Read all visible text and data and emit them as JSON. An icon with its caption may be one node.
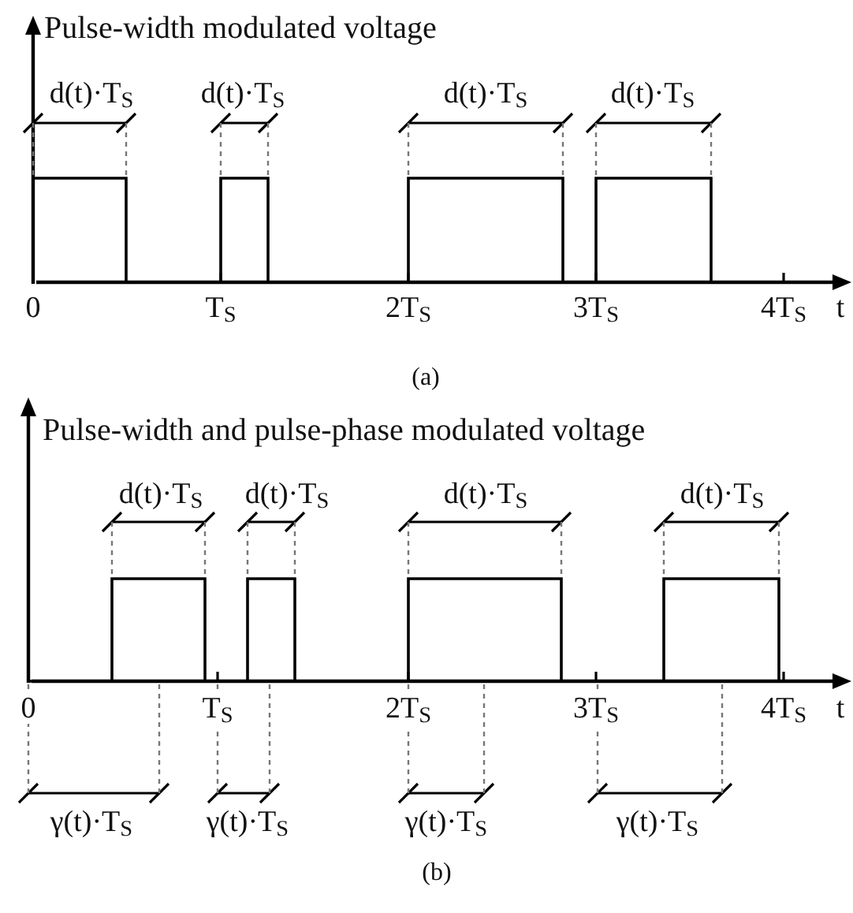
{
  "diagram": {
    "labels": [
      "Pulse-width modulated voltage",
      "d(t)·T$_{S}$",
      "d(t)·T$_{S}$",
      "d(t)·T$_{S}$",
      "d(t)·T$_{S}$",
      "0",
      "T$_{S}$",
      "2T$_{S}$",
      "3T$_{S}$",
      "4T$_{S}$",
      "t",
      "(a)",
      "Pulse-width and pulse-phase modulated voltage",
      "d(t)·T$_{S}$",
      "d(t)·T$_{S}$",
      "d(t)·T$_{S}$",
      "d(t)·T$_{S}$",
      "0",
      "T$_{S}$",
      "2T$_{S}$",
      "3T$_{S}$",
      "4T$_{S}$",
      "t",
      "γ(t)·T$_{S}$",
      "γ(t)·T$_{S}$",
      "γ(t)·T$_{S}$",
      "γ(t)·T$_{S}$",
      "(b)"
    ]
  }
}
